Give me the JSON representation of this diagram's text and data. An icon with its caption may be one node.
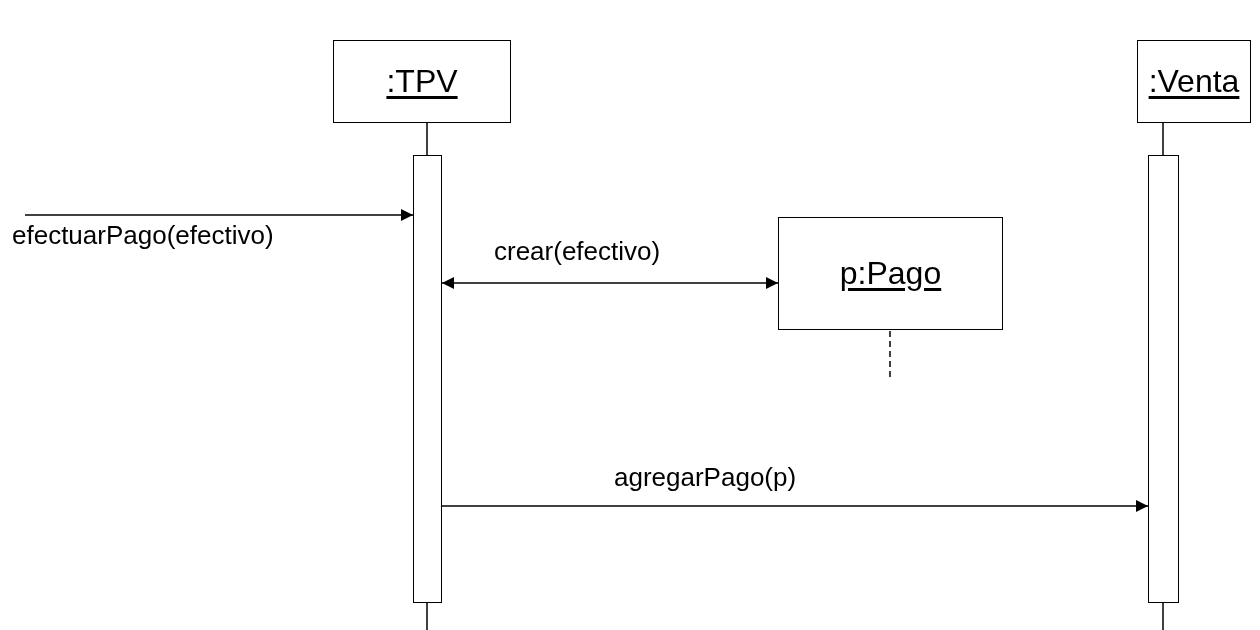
{
  "diagram": {
    "nodes": [
      {
        "text": [
          ":TPV"
        ]
      },
      {
        "text": [
          ":Venta"
        ]
      },
      {
        "text": [],
        "shape": "bar"
      },
      {
        "text": [],
        "shape": "bar"
      },
      {
        "text": [
          "p:Pago"
        ]
      }
    ],
    "edges": [
      {
        "from": null,
        "to": 2,
        "arrow": "to",
        "label": "efectuarPago(efectivo)"
      },
      {
        "from": 2,
        "to": 4,
        "arrow": "both",
        "label": "crear(efectivo)"
      },
      {
        "from": 2,
        "to": 3,
        "arrow": "to",
        "label": "agregarPago(p)"
      }
    ]
  }
}
